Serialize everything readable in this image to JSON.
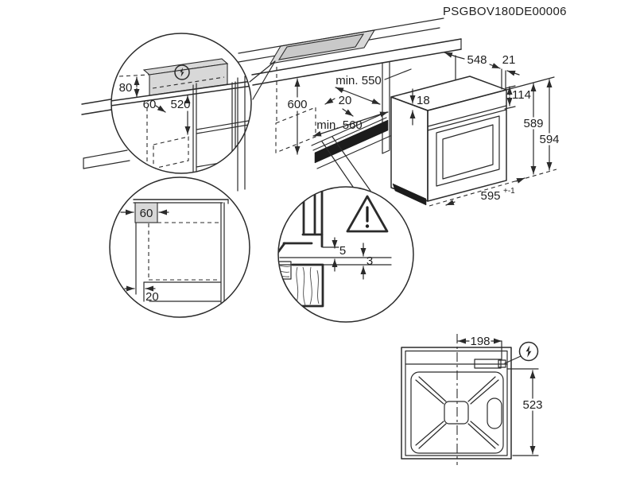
{
  "title": "PSGBOV180DE00006",
  "colors": {
    "line": "#2b2b2b",
    "shade": "#d8d8d8",
    "strip": "#1c1c1c",
    "background": "#ffffff"
  },
  "detail_connection": {
    "icon": "lightning-icon",
    "d80": "80",
    "d60": "60",
    "d520": "520"
  },
  "main_cabinet": {
    "d600": "600",
    "d550": "min. 550",
    "d20": "20",
    "d560": "min. 560"
  },
  "detail_side": {
    "d60": "60",
    "d20": "20"
  },
  "detail_gap": {
    "icon": "warning-icon",
    "d5": "5",
    "d3": "3"
  },
  "oven": {
    "d548": "548",
    "d21": "21",
    "d18": "18",
    "d114": "114",
    "d589": "589",
    "d594": "594",
    "d595": "595",
    "tol": "+-1"
  },
  "top_view": {
    "icon": "lightning-icon",
    "d198": "198",
    "d523": "523"
  }
}
